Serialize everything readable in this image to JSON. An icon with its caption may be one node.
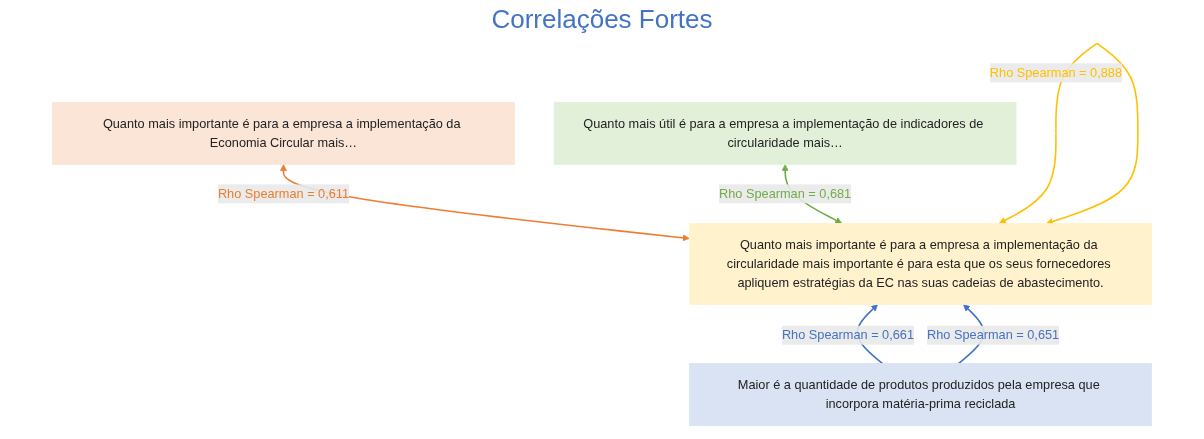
{
  "diagram": {
    "title": "Correlações Fortes",
    "nodes": [
      {
        "text": [
          "Quanto mais importante é para a empresa a implementação da Economia Circular mais…"
        ]
      },
      {
        "text": [
          "Quanto mais útil é para a empresa a implementação de indicadores de circularidade mais…"
        ]
      },
      {
        "text": [
          "Quanto mais importante é para a empresa a implementação da circularidade mais importante é para esta que os seus fornecedores apliquem estratégias da EC nas suas cadeias de abastecimento."
        ]
      },
      {
        "text": [
          "Maior é a quantidade de produtos produzidos pela empresa que incorpora matéria-prima reciclada"
        ]
      }
    ],
    "edges": [
      {
        "from": 0,
        "to": 2,
        "arrow": "both",
        "label": "Rho Spearman = 0,611",
        "color": "#ed7d31"
      },
      {
        "from": 1,
        "to": 2,
        "arrow": "both",
        "label": "Rho Spearman = 0,681",
        "color": "#70ad47"
      },
      {
        "from": 2,
        "to": 2,
        "arrow": "both",
        "label": "Rho Spearman = 0,888",
        "color": "#ffc000"
      },
      {
        "from": 3,
        "to": 2,
        "arrow": "to",
        "label": "Rho Spearman = 0,661",
        "color": "#4472c4"
      },
      {
        "from": 3,
        "to": 2,
        "arrow": "to",
        "label": "Rho Spearman = 0,651",
        "color": "#4472c4"
      }
    ]
  }
}
